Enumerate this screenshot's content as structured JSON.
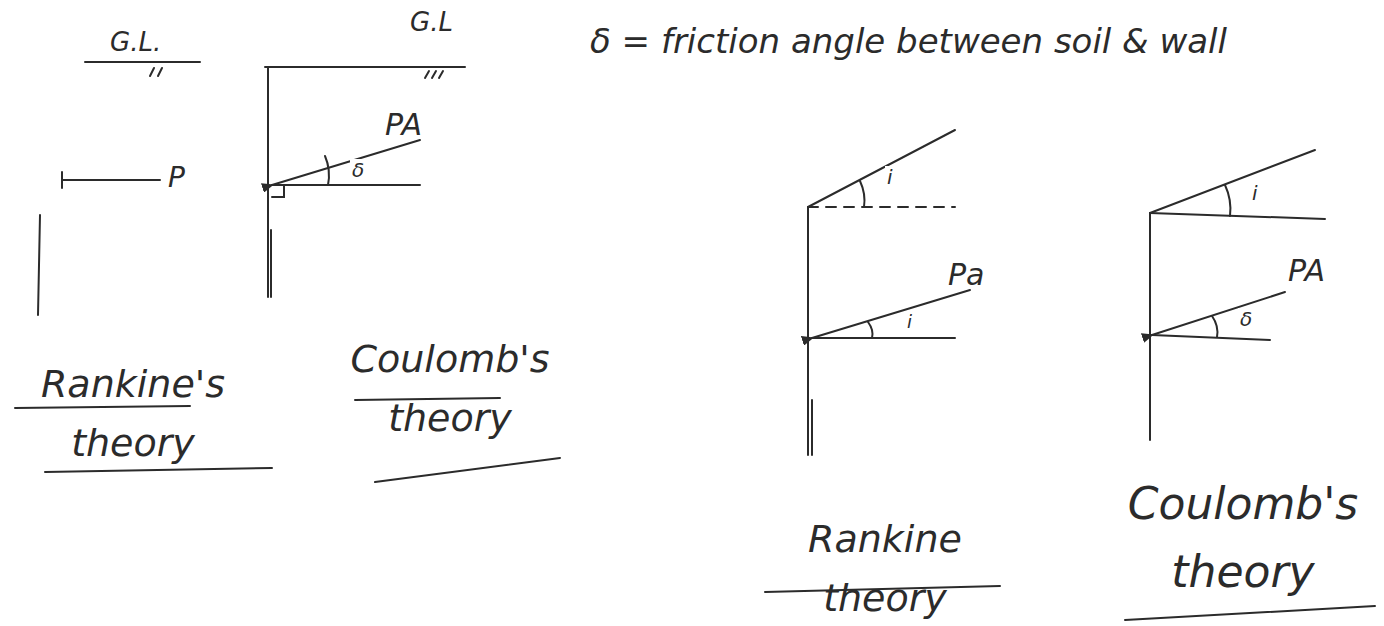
{
  "diagram": {
    "labels": [
      "G.L.",
      "G.L",
      "P",
      "PA",
      "δ",
      "δ = friction angle between soil & wall",
      "i",
      "Pa",
      "i",
      "i",
      "PA",
      "δ",
      "Rankine's theory",
      "Coulomb's theory",
      "Rankine theory",
      "Coulomb's theory"
    ]
  }
}
